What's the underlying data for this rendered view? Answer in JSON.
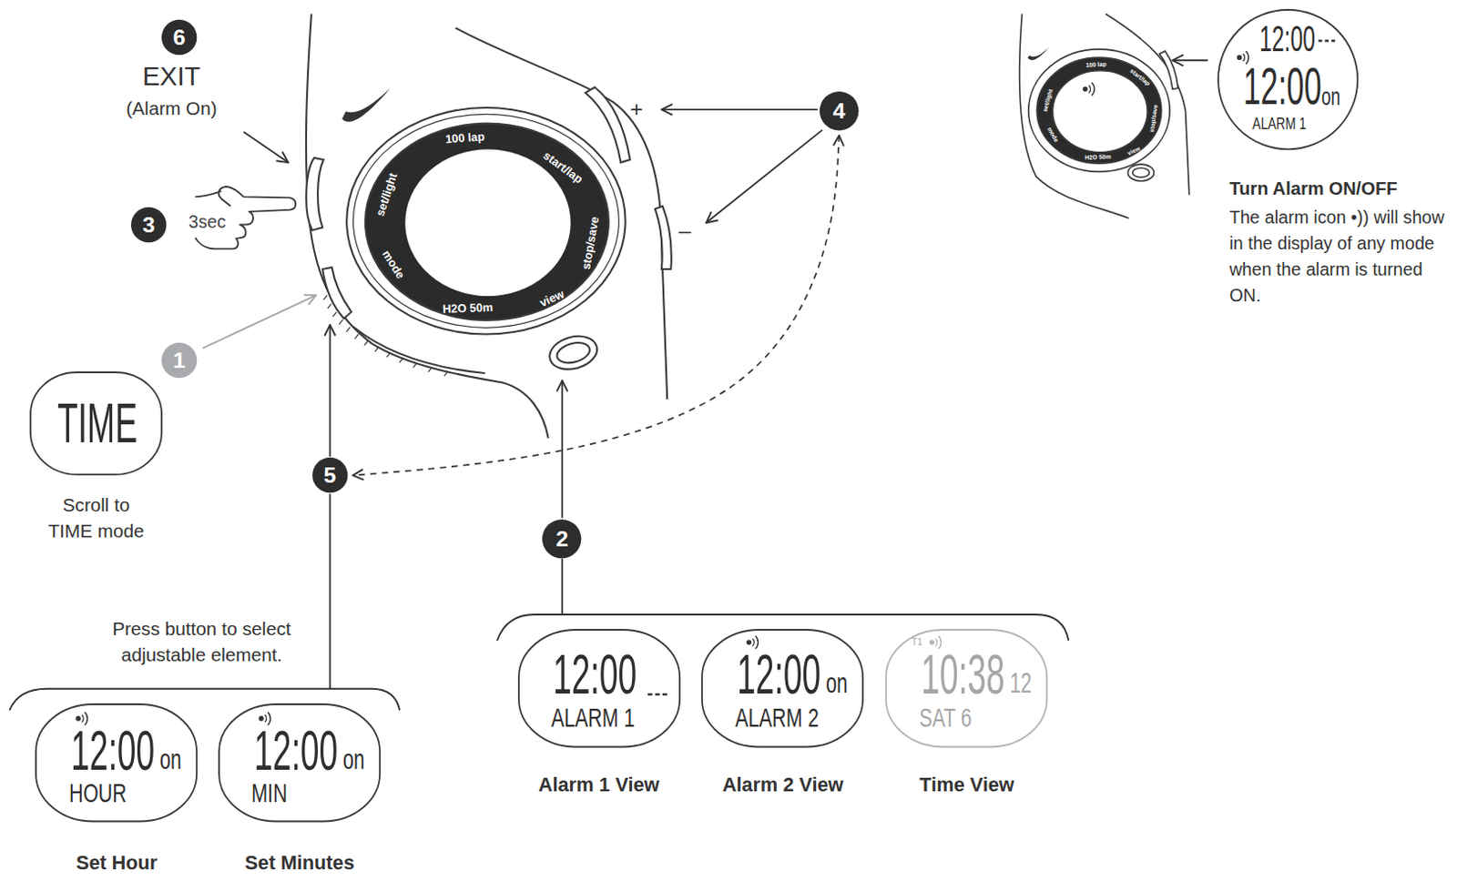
{
  "diagram": {
    "nodes": [
      {
        "text": [
          "6",
          "EXIT",
          "(Alarm On)"
        ]
      },
      {
        "text": [
          "3"
        ]
      },
      {
        "text": [
          "4"
        ]
      },
      {
        "text": [
          "12:00",
          "12:00",
          "on",
          "ALARM 1"
        ]
      },
      {
        "text": [
          "1"
        ]
      },
      {
        "text": [
          "TIME",
          "Scroll to TIME mode"
        ]
      },
      {
        "text": [
          "5"
        ]
      },
      {
        "text": [
          "2"
        ]
      },
      {
        "text": [
          "12:00",
          "ALARM 1",
          "Alarm 1 View"
        ]
      },
      {
        "text": [
          "12:00",
          "on",
          "ALARM 2",
          "Alarm 2 View"
        ]
      },
      {
        "text": [
          "T1",
          "10:38",
          "12",
          "SAT 6",
          "Time View"
        ]
      },
      {
        "text": [
          "12:00",
          "on",
          "HOUR",
          "Set Hour"
        ]
      },
      {
        "text": [
          "12:00",
          "on",
          "MIN",
          "Set Minutes"
        ]
      }
    ],
    "edges": [
      {
        "from": 2,
        "to": 6,
        "arrow": "both"
      }
    ],
    "labels": [
      "+",
      "–",
      "3sec",
      "100 lap",
      "start/lap",
      "set/light",
      "mode",
      "stop/save",
      "H2O 50m",
      "view",
      "Press button to select adjustable element.",
      "100 lap",
      "start/lap",
      "set/light",
      "mode",
      "stop/save",
      "H2O 50m",
      "view",
      "Turn Alarm ON/OFF",
      "The alarm icon •)) will show in the display of any mode when the alarm is turned ON."
    ]
  }
}
